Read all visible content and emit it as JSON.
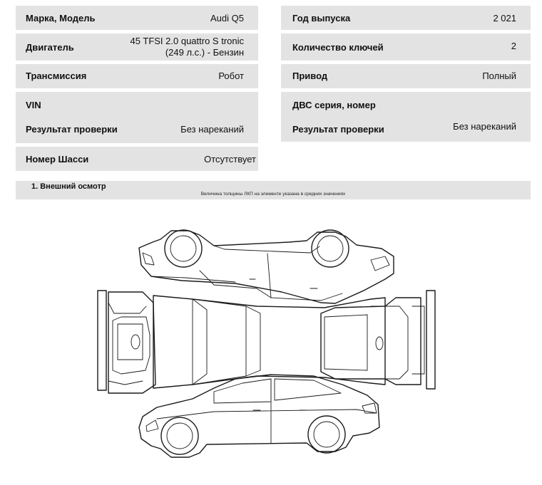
{
  "left_fields": [
    {
      "label": "Марка, Модель",
      "value": "Audi Q5"
    },
    {
      "label": "Двигатель",
      "value_line1": "45 TFSI 2.0 quattro S tronic",
      "value_line2": "(249 л.с.) - Бензин"
    },
    {
      "label": "Трансмиссия",
      "value": "Робот"
    },
    {
      "label": "VIN",
      "value": ""
    },
    {
      "label": "Результат проверки",
      "value": "Без нареканий"
    },
    {
      "label": "Номер Шасси",
      "value": "Отсутствует"
    }
  ],
  "right_fields": [
    {
      "label": "Год выпуска",
      "value": "2 021"
    },
    {
      "label": "Количество ключей",
      "value": "2"
    },
    {
      "label": "Привод",
      "value": "Полный"
    },
    {
      "label": "ДВС серия, номер",
      "value": ""
    },
    {
      "label": "Результат проверки",
      "value": "Без нареканий"
    }
  ],
  "section": {
    "title": "1. Внешний осмотр",
    "note": "Величина толщины ЛКП на элементе указана в средних значениях"
  }
}
